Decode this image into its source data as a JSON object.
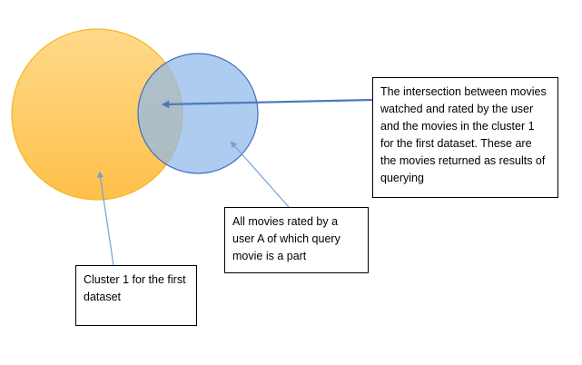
{
  "colors": {
    "cluster_fill": "#ffc766",
    "cluster_stroke": "#f0b820",
    "user_fill": "#9ec3ee",
    "user_stroke": "#3f6fba",
    "pointer_thin": "#6ea3d6",
    "pointer_thick": "#4d78c0"
  },
  "sets": [
    {
      "id": "cluster-1",
      "shape": "circle"
    },
    {
      "id": "user-a-movies",
      "shape": "circle"
    }
  ],
  "callouts": {
    "intersection": "The intersection between movies watched and rated by the user and the movies in the cluster 1 for the first dataset. These are the movies returned as results of querying",
    "user_movies": "All movies rated by a user A of which query movie is a part",
    "cluster": "Cluster 1 for the first dataset"
  }
}
